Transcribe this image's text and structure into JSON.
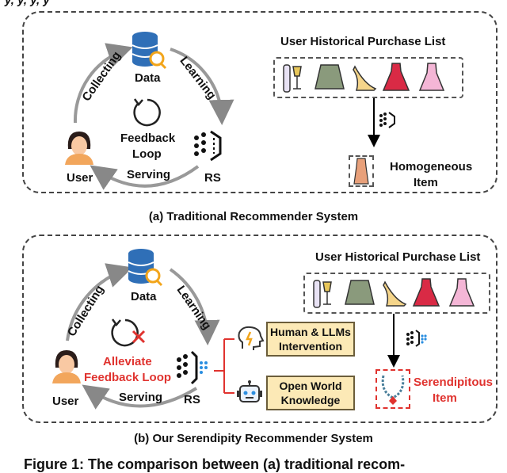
{
  "top_heading": "Figure 1: The comparison between (a) traditional recom-",
  "header_fragment": "y, y, y, y",
  "panel_a": {
    "caption": "(a) Traditional Recommender System",
    "data_label": "Data",
    "collecting_label": "Collecting",
    "learning_label": "Learning",
    "serving_label": "Serving",
    "user_label": "User",
    "rs_label": "RS",
    "loop_label_line1": "Feedback",
    "loop_label_line2": "Loop",
    "purchase_list_title": "User Historical Purchase List",
    "result_line1": "Homogeneous",
    "result_line2": "Item"
  },
  "panel_b": {
    "caption": "(b) Our Serendipity Recommender System",
    "data_label": "Data",
    "collecting_label": "Collecting",
    "learning_label": "Learning",
    "serving_label": "Serving",
    "user_label": "User",
    "rs_label": "RS",
    "loop_label_line1": "Alleviate",
    "loop_label_line2": "Feedback Loop",
    "purchase_list_title": "User Historical Purchase List",
    "box1_line1": "Human & LLMs",
    "box1_line2": "Intervention",
    "box2_line1": "Open World",
    "box2_line2": "Knowledge",
    "result_line1": "Serendipitous",
    "result_line2": "Item"
  },
  "colors": {
    "accent_red": "#e0332f",
    "database_blue": "#2f6fb7",
    "magnifier_orange": "#f2a51b",
    "box_fill": "#fce9b6",
    "dress_red": "#d92a45",
    "dress_pink": "#f4b6d6",
    "heel_yellow": "#f5d58a",
    "skirt_green": "#8a9a7c",
    "rs_blue": "#2a8ee0"
  },
  "icons": [
    "database-icon",
    "user-icon",
    "loop-icon",
    "rs-icon",
    "wine-icon",
    "skirt-icon",
    "heel-icon",
    "red-dress-icon",
    "pink-dress-icon",
    "homogeneous-item-icon",
    "brain-icon",
    "robot-icon",
    "necklace-icon",
    "cross-icon"
  ]
}
